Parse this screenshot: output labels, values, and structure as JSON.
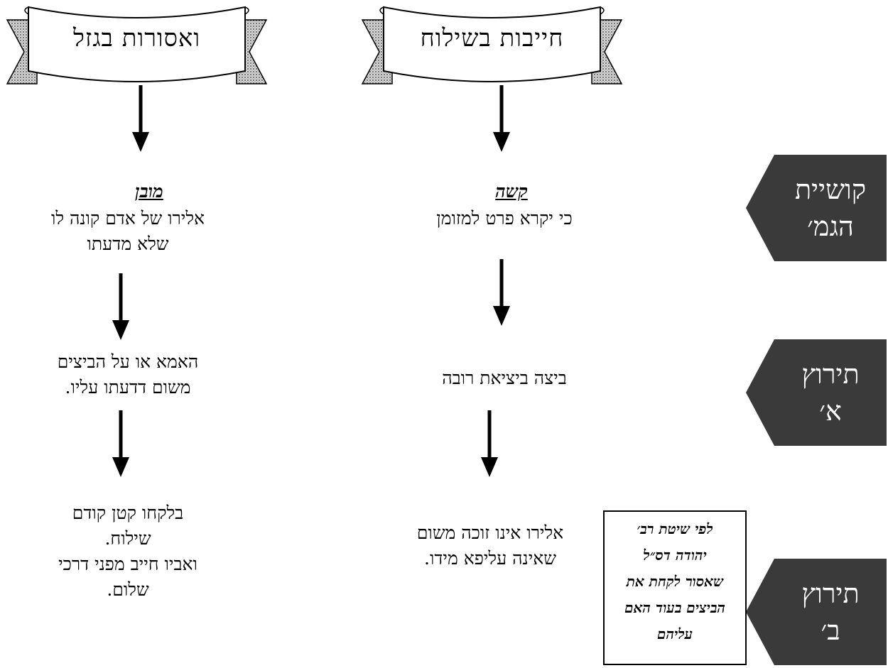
{
  "scrolls": {
    "left_title": "ואסורות בגזל",
    "right_title": "חייבות בשילוח"
  },
  "left_column": {
    "heading": "מובן",
    "step1": "אלירו של אדם קונה לו\nשלא מדעתו",
    "step2": "האמא או על הביצים\nמשום דדעתו עליו.",
    "step3": "בלקחו קטן קודם\nשילוח.\nואביו חייב מפני דרכי\nשלום."
  },
  "right_column": {
    "heading": "קשה",
    "step1": "כי יקרא פרט למזומן",
    "step2": "ביצה ביציאת רובה",
    "step3": "אלירו אינו זוכה משום\nשאינה עליפא מידו."
  },
  "tags": {
    "row1": "קושיית\nהגמ׳",
    "row2": "תירוץ\nא׳",
    "row3": "תירוץ\nב׳"
  },
  "note": {
    "text": "לפי שיטת רב׳\nיהודה דס״ל\nשאסור לקחת את\nהביצים בעוד האם\nעליהם"
  }
}
